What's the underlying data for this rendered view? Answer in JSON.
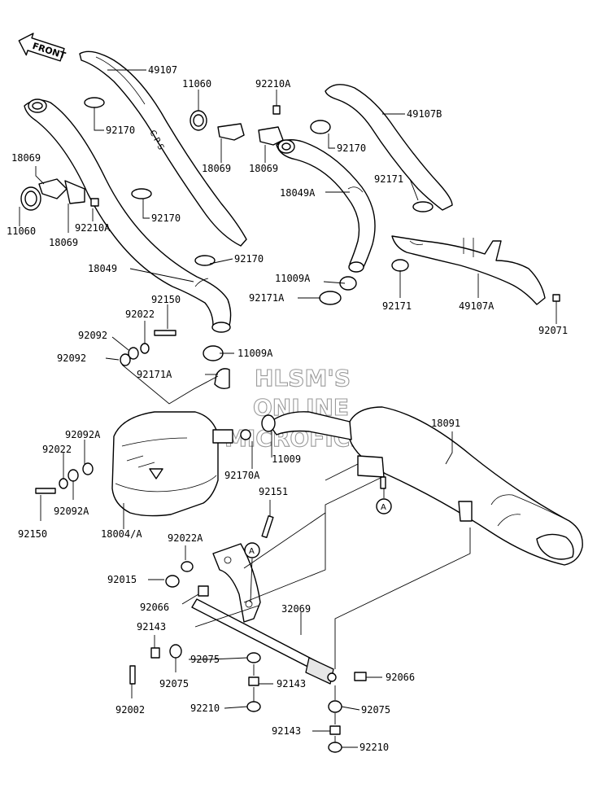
{
  "front_label": "FRONT",
  "watermark": [
    "HLSM'S",
    "ONLINE",
    "MICROFICHE"
  ],
  "ref_mark": "A",
  "callouts": [
    {
      "id": "c-49107",
      "text": "49107"
    },
    {
      "id": "c-11060-top",
      "text": "11060"
    },
    {
      "id": "c-92210A-top",
      "text": "92210A"
    },
    {
      "id": "c-49107B",
      "text": "49107B"
    },
    {
      "id": "c-92170-a",
      "text": "92170"
    },
    {
      "id": "c-18069-a",
      "text": "18069"
    },
    {
      "id": "c-18069-b",
      "text": "18069"
    },
    {
      "id": "c-92170-right",
      "text": "92170"
    },
    {
      "id": "c-18069-left",
      "text": "18069"
    },
    {
      "id": "c-92171-top",
      "text": "92171"
    },
    {
      "id": "c-18049A",
      "text": "18049A"
    },
    {
      "id": "c-11060-left",
      "text": "11060"
    },
    {
      "id": "c-92210A-left",
      "text": "92210A"
    },
    {
      "id": "c-18069-left2",
      "text": "18069"
    },
    {
      "id": "c-92170-b",
      "text": "92170"
    },
    {
      "id": "c-92170-c",
      "text": "92170"
    },
    {
      "id": "c-18049",
      "text": "18049"
    },
    {
      "id": "c-11009A-top",
      "text": "11009A"
    },
    {
      "id": "c-92171",
      "text": "92171"
    },
    {
      "id": "c-49107A",
      "text": "49107A"
    },
    {
      "id": "c-92171A-top",
      "text": "92171A"
    },
    {
      "id": "c-92150-top",
      "text": "92150"
    },
    {
      "id": "c-92022-top",
      "text": "92022"
    },
    {
      "id": "c-92071",
      "text": "92071"
    },
    {
      "id": "c-92092-a",
      "text": "92092"
    },
    {
      "id": "c-11009A-mid",
      "text": "11009A"
    },
    {
      "id": "c-92092-b",
      "text": "92092"
    },
    {
      "id": "c-92171A-mid",
      "text": "92171A"
    },
    {
      "id": "c-18091",
      "text": "18091"
    },
    {
      "id": "c-92092A-a",
      "text": "92092A"
    },
    {
      "id": "c-92022-left",
      "text": "92022"
    },
    {
      "id": "c-11009",
      "text": "11009"
    },
    {
      "id": "c-92170A",
      "text": "92170A"
    },
    {
      "id": "c-92151",
      "text": "92151"
    },
    {
      "id": "c-92092A-b",
      "text": "92092A"
    },
    {
      "id": "c-92150-left",
      "text": "92150"
    },
    {
      "id": "c-18004A",
      "text": "18004/A"
    },
    {
      "id": "c-92022A",
      "text": "92022A"
    },
    {
      "id": "c-92015",
      "text": "92015"
    },
    {
      "id": "c-92066-left",
      "text": "92066"
    },
    {
      "id": "c-32069",
      "text": "32069"
    },
    {
      "id": "c-92143-a",
      "text": "92143"
    },
    {
      "id": "c-92075-mid",
      "text": "92075"
    },
    {
      "id": "c-92075-left",
      "text": "92075"
    },
    {
      "id": "c-92143-b",
      "text": "92143"
    },
    {
      "id": "c-92066-right",
      "text": "92066"
    },
    {
      "id": "c-92002",
      "text": "92002"
    },
    {
      "id": "c-92210-a",
      "text": "92210"
    },
    {
      "id": "c-92075-right",
      "text": "92075"
    },
    {
      "id": "c-92143-c",
      "text": "92143"
    },
    {
      "id": "c-92210-b",
      "text": "92210"
    }
  ]
}
